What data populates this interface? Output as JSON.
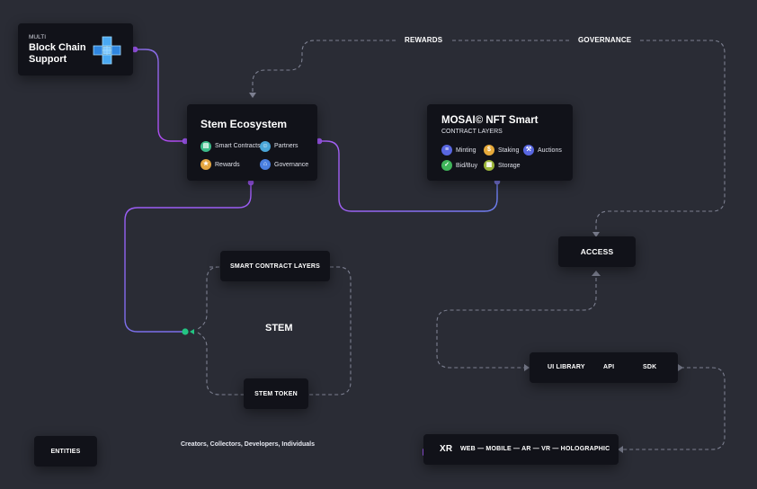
{
  "colors": {
    "background": "#2a2c35",
    "node": "#111219",
    "dash": "#7d8091",
    "purple": "#a259f7",
    "lavender": "#7b78e0",
    "blue": "#6a6cf0",
    "green": "#23c483"
  },
  "multichain": {
    "kicker": "MULTI",
    "title_line1": "Block Chain",
    "title_line2": "Support",
    "icon": "blockchain-cubes-icon"
  },
  "top_labels": {
    "rewards": "REWARDS",
    "governance": "GOVERNANCE"
  },
  "stem_ecosystem": {
    "title": "Stem Ecosystem",
    "features": [
      {
        "label": "Smart Contracts",
        "icon": "smart-contract-icon",
        "color": "#3dbb8a"
      },
      {
        "label": "Partners",
        "icon": "partners-icon",
        "color": "#4aa6d8"
      },
      {
        "label": "Rewards",
        "icon": "rewards-icon",
        "color": "#e3a540"
      },
      {
        "label": "Governance",
        "icon": "governance-icon",
        "color": "#4a7fe0"
      }
    ]
  },
  "mosai": {
    "title": "MOSAI© NFT Smart",
    "subtitle": "CONTRACT LAYERS",
    "features": [
      {
        "label": "Minting",
        "icon": "minting-icon",
        "color": "#5866e0"
      },
      {
        "label": "Staking",
        "icon": "staking-icon",
        "color": "#e6a93a"
      },
      {
        "label": "Auctions",
        "icon": "auctions-icon",
        "color": "#5866e0"
      },
      {
        "label": "Bid/Buy",
        "icon": "bid-buy-icon",
        "color": "#3fb55a"
      },
      {
        "label": "Storage",
        "icon": "storage-icon",
        "color": "#9bb53a"
      }
    ]
  },
  "access": {
    "label": "ACCESS"
  },
  "smart_contract_layers": {
    "label": "SMART CONTRACT LAYERS"
  },
  "stem": {
    "label": "STEM"
  },
  "stem_token": {
    "label": "STEM TOKEN"
  },
  "ui_bar": {
    "items": [
      "UI LIBRARY",
      "API",
      "SDK"
    ]
  },
  "entities": {
    "label": "ENTITIES"
  },
  "entities_link": {
    "label": "Creators, Collectors, Developers, Individuals"
  },
  "xr": {
    "label": "XR",
    "platforms": "WEB — MOBILE — AR — VR — HOLOGRAPHIC"
  }
}
